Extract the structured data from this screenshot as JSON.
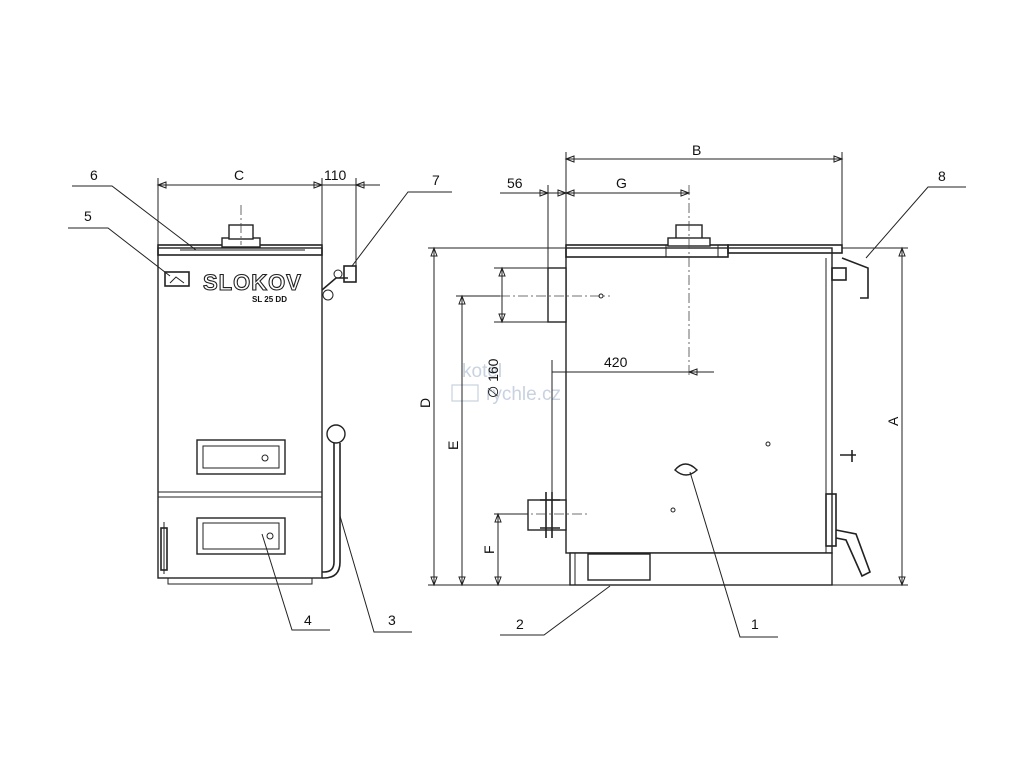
{
  "brand": {
    "logo_text": "SLOKOV",
    "model_text": "SL 25 DD",
    "watermark": [
      "kotel",
      "rychle.cz"
    ]
  },
  "dimensions": {
    "front_width": "C",
    "front_offset": "110",
    "side_depth": "B",
    "side_offset": "56",
    "side_flue": "G",
    "flue_distance": "420",
    "pipe_diameter": "∅ 160",
    "height_total": "D",
    "height_e": "E",
    "height_f": "F",
    "height_a": "A"
  },
  "callouts": [
    "1",
    "2",
    "3",
    "4",
    "5",
    "6",
    "7",
    "8"
  ],
  "colors": {
    "line": "#222222",
    "watermark": "#c8d2e0",
    "background": "#ffffff"
  }
}
